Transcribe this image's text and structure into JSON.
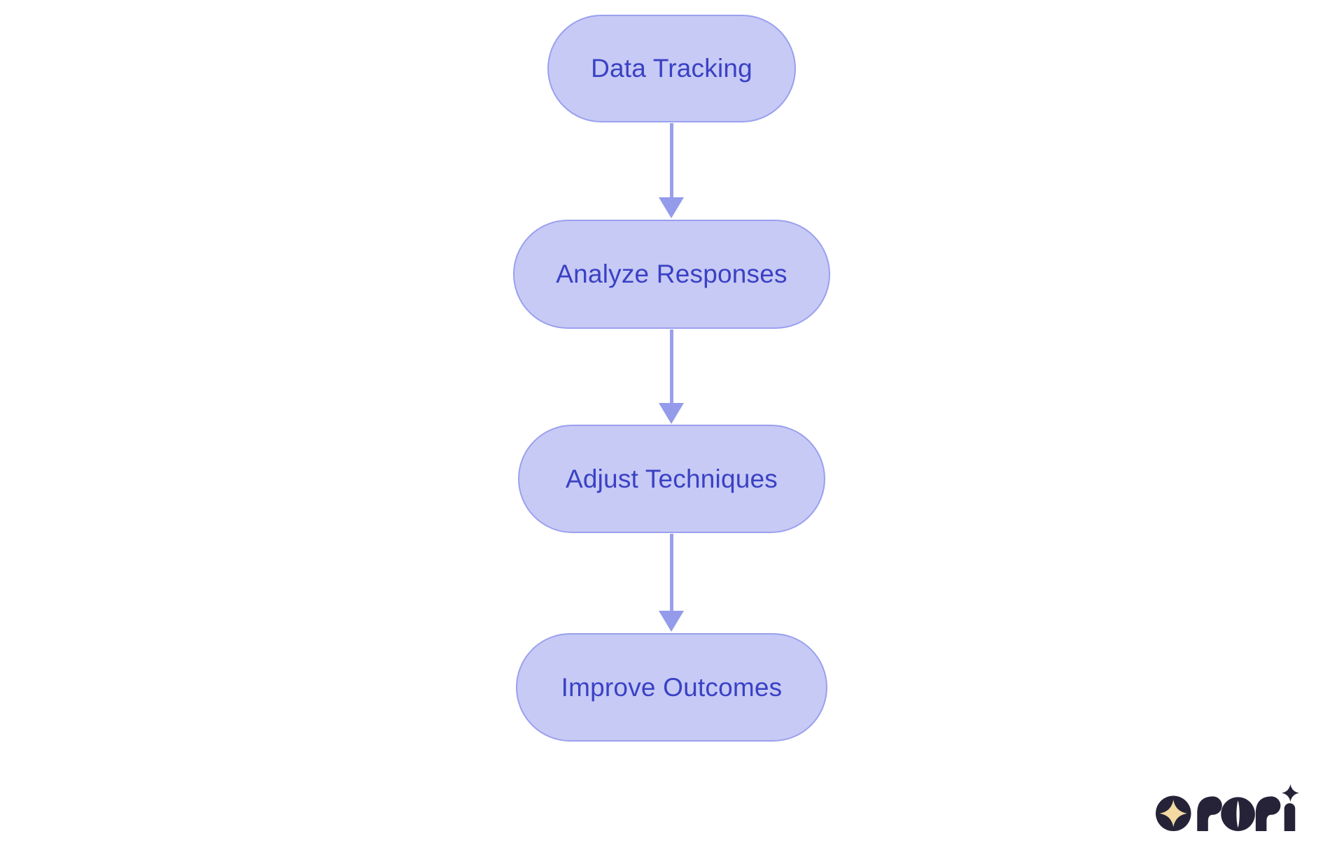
{
  "page": {
    "background": "#FFFFFF",
    "description": "Vertical flowchart with four stadium-shaped nodes connected by downward arrows"
  },
  "flowchart": {
    "direction": "top-down",
    "nodes": [
      {
        "id": "data-tracking",
        "label": "Data Tracking"
      },
      {
        "id": "analyze-responses",
        "label": "Analyze Responses"
      },
      {
        "id": "adjust-techniques",
        "label": "Adjust Techniques"
      },
      {
        "id": "improve-outcomes",
        "label": "Improve Outcomes"
      }
    ],
    "edges": [
      {
        "from": "data-tracking",
        "to": "analyze-responses"
      },
      {
        "from": "analyze-responses",
        "to": "adjust-techniques"
      },
      {
        "from": "adjust-techniques",
        "to": "improve-outcomes"
      }
    ],
    "colors": {
      "node_fill": "#C7CAF5",
      "node_border": "#9AA0EE",
      "node_text": "#3A41C4",
      "arrow_line": "#9AA0EC",
      "arrow_head": "#939BEA"
    }
  },
  "branding": {
    "logo_text": "rori",
    "logo_icon": "four-point-star-badge",
    "colors": {
      "dark": "#262338",
      "gold": "#F3D9A2"
    }
  }
}
